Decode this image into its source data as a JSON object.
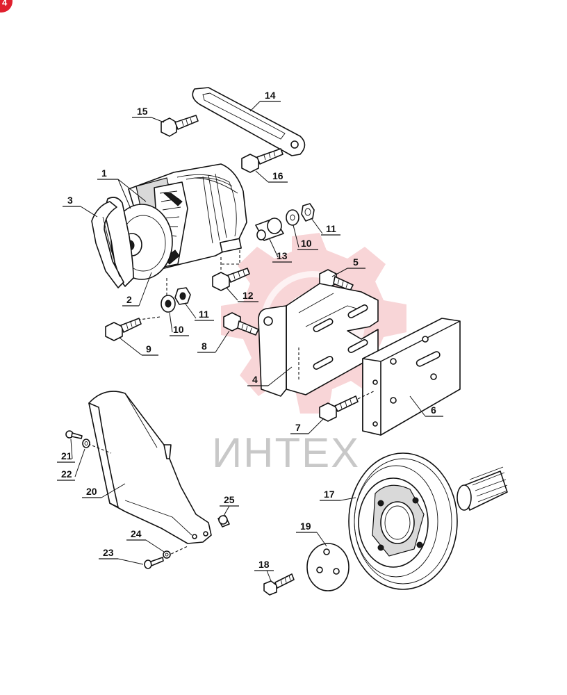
{
  "corner_badge": {
    "text": "4",
    "color": "#e0202e"
  },
  "watermark": {
    "text": "ИНТЕХ",
    "logo_color": "#f4b3b8",
    "text_color": "#c8c8c8"
  },
  "callouts": [
    {
      "id": "1",
      "part": "alternator"
    },
    {
      "id": "2",
      "part": "alternator-pulley"
    },
    {
      "id": "3",
      "part": "drive-belt"
    },
    {
      "id": "4",
      "part": "mounting-bracket"
    },
    {
      "id": "5",
      "part": "bolt"
    },
    {
      "id": "6",
      "part": "support-plate"
    },
    {
      "id": "7",
      "part": "bolt"
    },
    {
      "id": "8",
      "part": "bolt"
    },
    {
      "id": "9",
      "part": "bolt"
    },
    {
      "id": "10",
      "part": "washer"
    },
    {
      "id": "10",
      "part": "washer"
    },
    {
      "id": "11",
      "part": "nut"
    },
    {
      "id": "11",
      "part": "nut"
    },
    {
      "id": "12",
      "part": "bolt"
    },
    {
      "id": "13",
      "part": "spacer"
    },
    {
      "id": "14",
      "part": "adjusting-strap"
    },
    {
      "id": "15",
      "part": "bolt"
    },
    {
      "id": "16",
      "part": "bolt"
    },
    {
      "id": "17",
      "part": "crankshaft-pulley"
    },
    {
      "id": "18",
      "part": "bolt"
    },
    {
      "id": "19",
      "part": "pulley-hub-plate"
    },
    {
      "id": "20",
      "part": "belt-guard"
    },
    {
      "id": "21",
      "part": "screw"
    },
    {
      "id": "22",
      "part": "washer"
    },
    {
      "id": "23",
      "part": "screw"
    },
    {
      "id": "24",
      "part": "washer"
    },
    {
      "id": "25",
      "part": "spacer"
    }
  ]
}
